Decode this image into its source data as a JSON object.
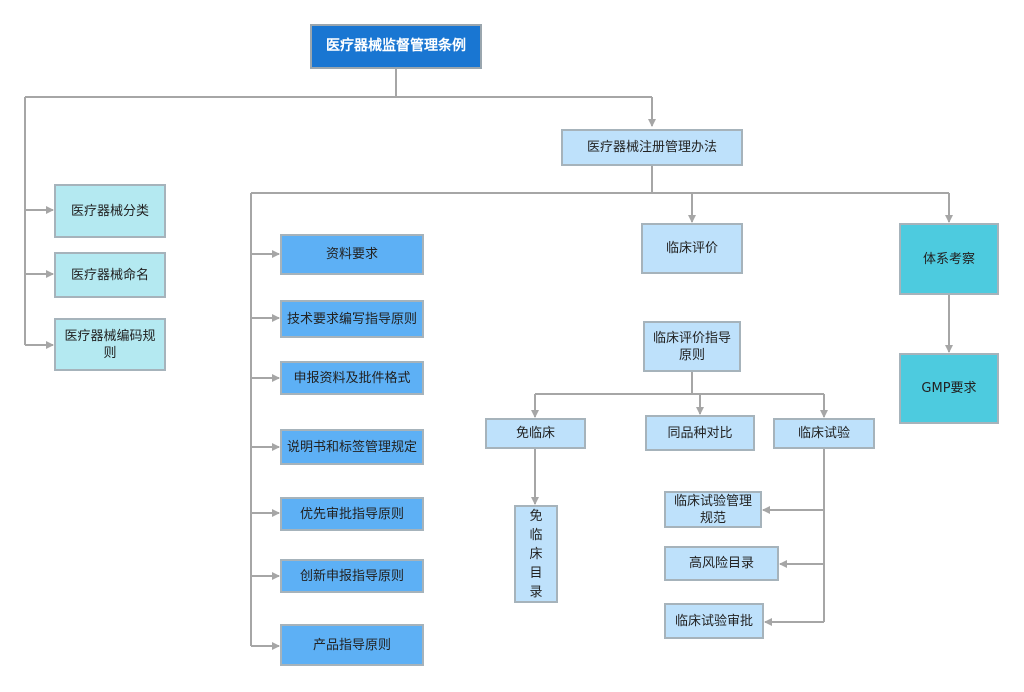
{
  "diagram": {
    "root": "医疗器械监督管理条例",
    "registration": "医疗器械注册管理办法",
    "left_branch": [
      "医疗器械分类",
      "医疗器械命名",
      "医疗器械编码规则"
    ],
    "docs_branch": [
      "资料要求",
      "技术要求编写指导原则",
      "申报资料及批件格式",
      "说明书和标签管理规定",
      "优先审批指导原则",
      "创新申报指导原则",
      "产品指导原则"
    ],
    "clinical_eval": "临床评价",
    "clinical_guide": "临床评价指导原则",
    "exempt": "免临床",
    "exempt_list": "免临床目录",
    "comparison": "同品种对比",
    "clinical_trial": "临床试验",
    "trial_items": [
      "临床试验管理规范",
      "高风险目录",
      "临床试验审批"
    ],
    "system_review": "体系考察",
    "gmp": "GMP要求",
    "colors": {
      "root": "#1976d2",
      "light_blue": "#bee1fb",
      "teal": "#b4e9f1",
      "blue": "#5db0f5",
      "cyan": "#4dcbdf",
      "connector": "#a6a6a6"
    }
  }
}
